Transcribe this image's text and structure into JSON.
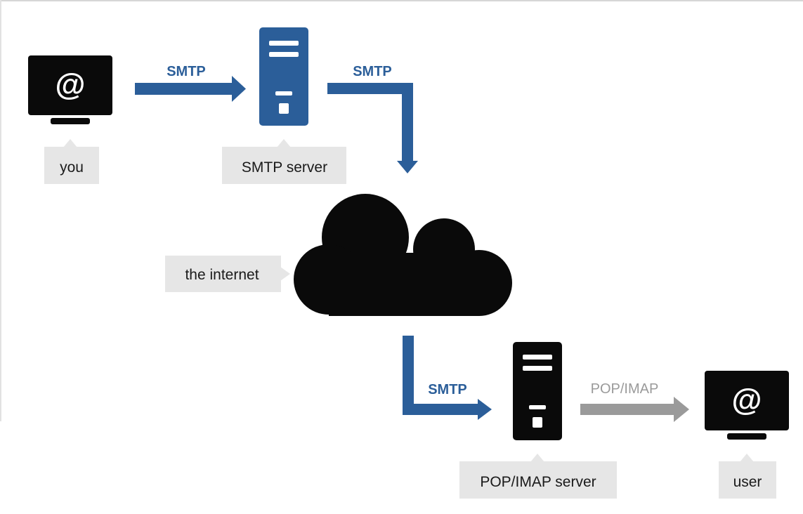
{
  "colors": {
    "smtp_blue": "#2b5e99",
    "pop_gray": "#9a9a9a",
    "device_black": "#0a0a0a",
    "caption_bg": "#e6e6e6"
  },
  "nodes": {
    "you": {
      "icon": "monitor-at-icon",
      "caption": "you",
      "symbol": "@"
    },
    "smtp_server": {
      "icon": "server-icon",
      "caption": "SMTP server"
    },
    "internet": {
      "icon": "cloud-icon",
      "caption": "the internet"
    },
    "pop_server": {
      "icon": "server-icon",
      "caption": "POP/IMAP server"
    },
    "user": {
      "icon": "monitor-at-icon",
      "caption": "user",
      "symbol": "@"
    }
  },
  "edges": {
    "you_to_smtp": {
      "label": "SMTP",
      "color": "#2b5e99"
    },
    "smtp_to_internet": {
      "label": "SMTP",
      "color": "#2b5e99"
    },
    "internet_to_pop": {
      "label": "SMTP",
      "color": "#2b5e99"
    },
    "pop_to_user": {
      "label": "POP/IMAP",
      "color": "#9a9a9a"
    }
  }
}
